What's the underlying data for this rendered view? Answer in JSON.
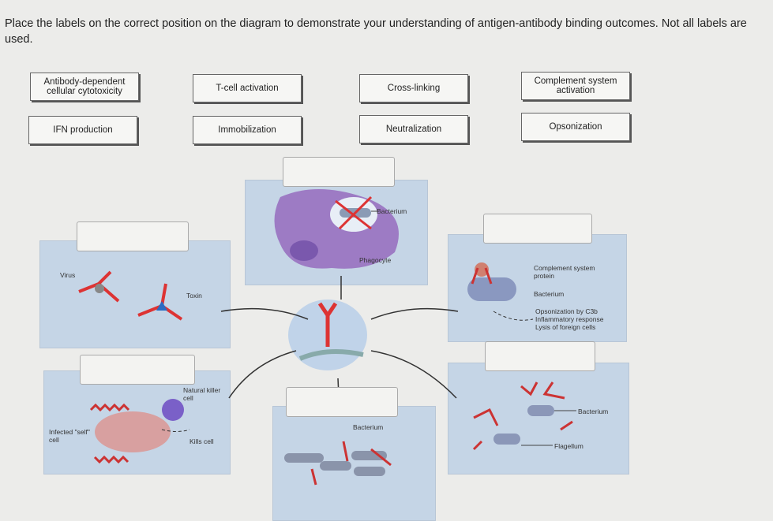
{
  "instructions": "Place the labels on the correct position on the diagram to demonstrate your understanding of antigen-antibody binding outcomes. Not all labels are used.",
  "labels": [
    "Antibody-dependent cellular cytotoxicity",
    "T-cell activation",
    "Cross-linking",
    "Complement system activation",
    "IFN production",
    "Immobilization",
    "Neutralization",
    "Opsonization"
  ],
  "diagram": {
    "phagocytosis": {
      "bacterium": "Bacterium",
      "phagocyte": "Phagocyte"
    },
    "neutralization": {
      "virus": "Virus",
      "toxin": "Toxin"
    },
    "complement": {
      "protein": "Complement system protein",
      "bacterium": "Bacterium",
      "outcome1": "Opsonization by C3b",
      "outcome2": "Inflammatory response",
      "outcome3": "Lysis of foreign cells"
    },
    "adcc": {
      "nk": "Natural killer cell",
      "infected": "Infected \"self\" cell",
      "kills": "Kills cell"
    },
    "crosslink": {
      "bacterium": "Bacterium"
    },
    "immobilization": {
      "bacterium": "Bacterium",
      "flagellum": "Flagellum"
    }
  }
}
